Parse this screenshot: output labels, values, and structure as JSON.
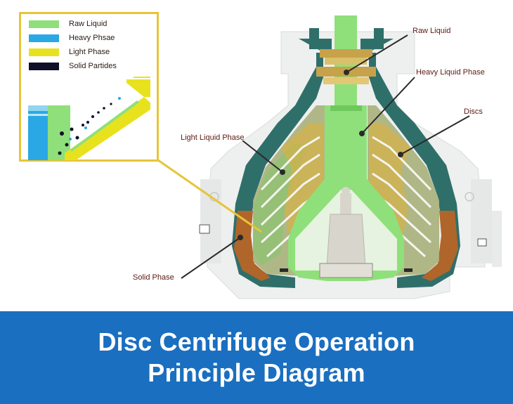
{
  "legend": {
    "items": [
      {
        "label": "Raw Liquid",
        "color": "#8fe07a"
      },
      {
        "label": "Heavy Phsae",
        "color": "#2aa8e6"
      },
      {
        "label": "Light Phase",
        "color": "#e8e21e"
      },
      {
        "label": "Solid Partides",
        "color": "#101028"
      }
    ]
  },
  "callouts": {
    "raw_liquid": "Raw Liquid",
    "heavy_liquid_phase": "Heavy Liquid Phase",
    "discs": "Discs",
    "light_liquid_phase": "Light Liquid Phase",
    "solid_phase": "Solid Phase"
  },
  "banner": {
    "line1": "Disc Centrifuge Operation",
    "line2": "Principle Diagram"
  },
  "colors": {
    "banner": "#1a6fc0",
    "legend_border": "#e8c43a",
    "housing": "#f0f1f1",
    "bowl_teal": "#2f6f6a",
    "solid": "#b0652a"
  }
}
